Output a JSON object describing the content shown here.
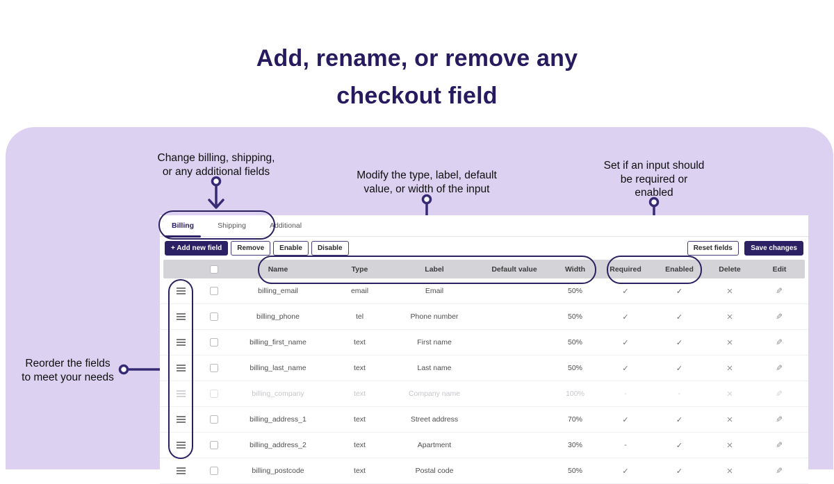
{
  "title": {
    "line1": "Add, rename, or remove any",
    "line2": "checkout field"
  },
  "annotations": {
    "tabs_note": {
      "line1": "Change billing, shipping,",
      "line2": "or any additional fields"
    },
    "columns_note": {
      "line1": "Modify the type, label, default",
      "line2": "value, or width of the input"
    },
    "required_note": {
      "line1": "Set if an input should",
      "line2": "be required or",
      "line3": "enabled"
    },
    "reorder_note": {
      "line1": "Reorder the fields",
      "line2": "to meet your needs"
    }
  },
  "checkout_app": {
    "tabs": [
      {
        "label": "Billing",
        "active": true
      },
      {
        "label": "Shipping",
        "active": false
      },
      {
        "label": "Additional",
        "active": false
      }
    ],
    "toolbar": {
      "add_new_field": "+ Add new field",
      "remove": "Remove",
      "enable": "Enable",
      "disable": "Disable",
      "reset_fields": "Reset fields",
      "save_changes": "Save changes"
    },
    "table": {
      "headers": {
        "name": "Name",
        "type": "Type",
        "label": "Label",
        "default_value": "Default value",
        "width": "Width",
        "required": "Required",
        "enabled": "Enabled",
        "delete": "Delete",
        "edit": "Edit"
      },
      "icons": {
        "check": "✓",
        "dash": "-",
        "delete": "×",
        "edit": "✎",
        "drag": "drag-handle"
      },
      "rows": [
        {
          "name": "billing_email",
          "type": "email",
          "label": "Email",
          "default_value": "",
          "width": "50%",
          "required": "✓",
          "enabled": "✓",
          "state": "normal"
        },
        {
          "name": "billing_phone",
          "type": "tel",
          "label": "Phone number",
          "default_value": "",
          "width": "50%",
          "required": "✓",
          "enabled": "✓",
          "state": "normal"
        },
        {
          "name": "billing_first_name",
          "type": "text",
          "label": "First name",
          "default_value": "",
          "width": "50%",
          "required": "✓",
          "enabled": "✓",
          "state": "normal"
        },
        {
          "name": "billing_last_name",
          "type": "text",
          "label": "Last name",
          "default_value": "",
          "width": "50%",
          "required": "✓",
          "enabled": "✓",
          "state": "normal"
        },
        {
          "name": "billing_company",
          "type": "text",
          "label": "Company name",
          "default_value": "",
          "width": "100%",
          "required": "-",
          "enabled": "-",
          "state": "disabled"
        },
        {
          "name": "billing_address_1",
          "type": "text",
          "label": "Street address",
          "default_value": "",
          "width": "70%",
          "required": "✓",
          "enabled": "✓",
          "state": "normal"
        },
        {
          "name": "billing_address_2",
          "type": "text",
          "label": "Apartment",
          "default_value": "",
          "width": "30%",
          "required": "-",
          "enabled": "✓",
          "state": "normal"
        },
        {
          "name": "billing_postcode",
          "type": "text",
          "label": "Postal code",
          "default_value": "",
          "width": "50%",
          "required": "✓",
          "enabled": "✓",
          "state": "normal"
        }
      ]
    }
  },
  "colors": {
    "panel_lavender": "#dcd1f1",
    "accent_purple": "#2d2166",
    "arrow_purple": "#372a75",
    "table_header_gray": "#d4d3d7"
  }
}
